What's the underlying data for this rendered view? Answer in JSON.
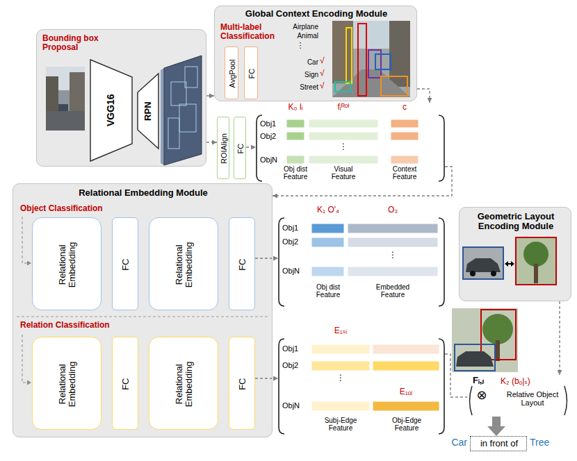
{
  "diagram": {
    "nodes": [
      {
        "text": [
          "Bounding box Proposal"
        ]
      },
      {
        "text": [
          "VGG16"
        ],
        "in": 0
      },
      {
        "text": [
          "RPN"
        ],
        "in": 0
      },
      {
        "text": [
          "Global Context Encoding Module",
          "Multi-label Classification"
        ]
      },
      {
        "text": [
          "AvgPool"
        ],
        "in": 3
      },
      {
        "text": [
          "FC"
        ],
        "in": 3
      },
      {
        "text": [
          "ROIAlign"
        ]
      },
      {
        "text": [
          "FC"
        ]
      },
      {
        "text": [
          "K₀ lᵢ",
          "fᵢᴿᵒᴵ",
          "c",
          "Obj1",
          "Obj2",
          "⋮",
          "ObjN",
          "Obj dist Feature",
          "Visual Feature",
          "Context Feature"
        ]
      },
      {
        "text": [
          "Relational Embedding Module",
          "Object Classification",
          "Relation Classification"
        ]
      },
      {
        "text": [
          "Relational Embedding"
        ],
        "in": 9
      },
      {
        "text": [
          "FC"
        ],
        "in": 9
      },
      {
        "text": [
          "Relational Embedding"
        ],
        "in": 9
      },
      {
        "text": [
          "FC"
        ],
        "in": 9
      },
      {
        "text": [
          "Relational Embedding"
        ],
        "in": 9
      },
      {
        "text": [
          "FC"
        ],
        "in": 9
      },
      {
        "text": [
          "Relational Embedding"
        ],
        "in": 9
      },
      {
        "text": [
          "FC"
        ],
        "in": 9
      },
      {
        "text": [
          "K₁ O'₄",
          "O₃",
          "Obj1",
          "Obj2",
          "⋮",
          "ObjN",
          "Obj dist Feature",
          "Embedded Feature"
        ]
      },
      {
        "text": [
          "E₁ₛᵢ",
          "Obj1",
          "Obj2",
          "⋮",
          "E₁ₒⱼ",
          "ObjN",
          "Subj-Edge Feature",
          "Obj-Edge Feature"
        ]
      },
      {
        "text": [
          "Geometric Layout Encoding Module"
        ]
      },
      {
        "text": [
          "Fᵢ,ⱼ",
          "⊗",
          "K₂ (bₒ|ₛ)",
          "Relative Object Layout"
        ]
      },
      {
        "text": [
          "in front of"
        ]
      }
    ],
    "edges": [
      {
        "from": 0,
        "to": 3,
        "arrow": "to"
      },
      {
        "from": 0,
        "to": 6,
        "arrow": "to"
      },
      {
        "from": 7,
        "to": 8,
        "arrow": "to"
      },
      {
        "from": 3,
        "to": 8,
        "arrow": "to"
      },
      {
        "from": 8,
        "to": 9,
        "arrow": "to"
      },
      {
        "from": 13,
        "to": 18,
        "arrow": "to"
      },
      {
        "from": 17,
        "to": 19,
        "arrow": "to"
      },
      {
        "from": 19,
        "to": 21,
        "arrow": "none"
      },
      {
        "from": 20,
        "to": 21,
        "arrow": "to"
      },
      {
        "from": 21,
        "to": 22,
        "arrow": "to"
      }
    ],
    "labels": [
      "Airplane",
      "Animal",
      "⋮",
      "Car",
      "√",
      "Sign",
      "√",
      "Street",
      "√",
      "Car",
      "Tree"
    ]
  }
}
